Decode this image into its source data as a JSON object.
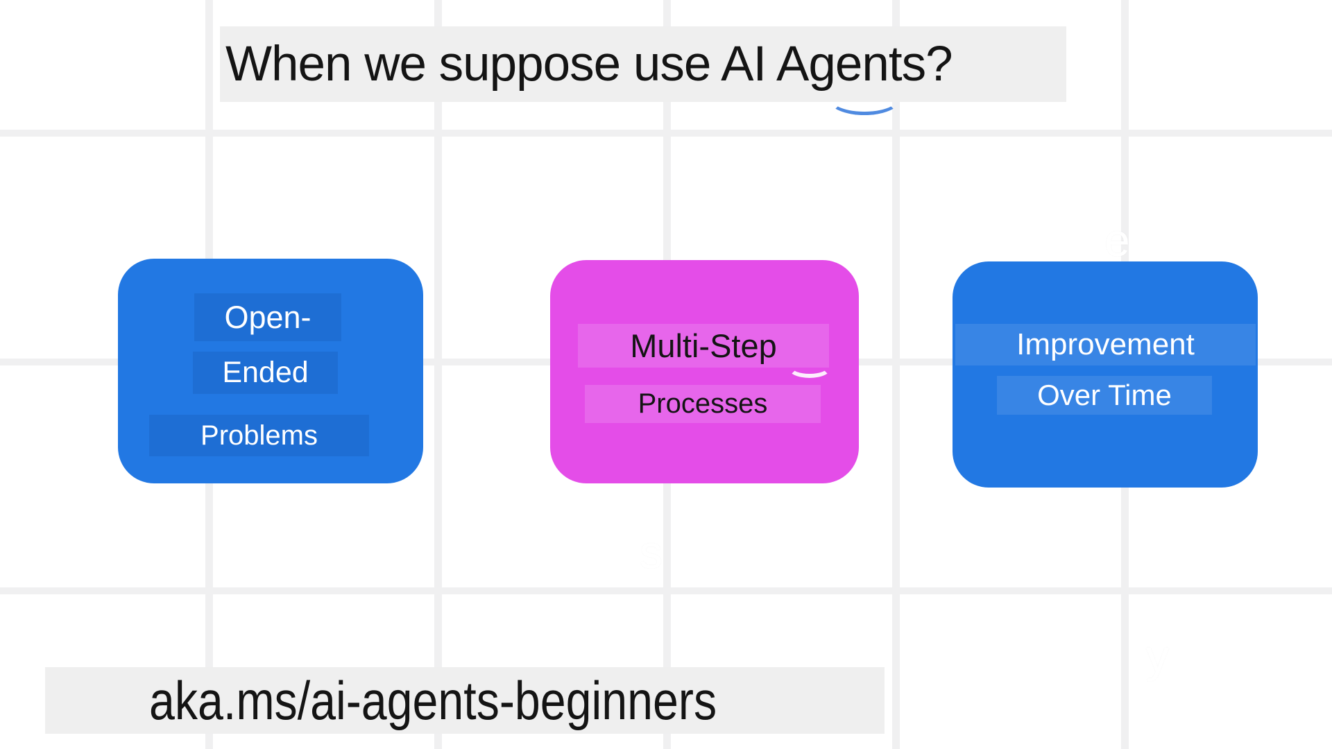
{
  "title": {
    "text": "When we suppose use AI Agents?"
  },
  "cards": [
    {
      "name": "open-ended-problems",
      "color": "#2278e3",
      "text_color": "#ffffff",
      "lines": [
        "Open-",
        "Ended",
        "Problems"
      ]
    },
    {
      "name": "multi-step-processes",
      "color": "#e44de8",
      "text_color": "#141414",
      "lines": [
        "Multi-Step",
        "Processes"
      ]
    },
    {
      "name": "improvement-over-time",
      "color": "#2278e3",
      "text_color": "#ffffff",
      "lines": [
        "Improvement",
        "Over Time"
      ]
    }
  ],
  "footer": {
    "text": "aka.ms/ai-agents-beginners"
  },
  "ghost_glyphs": [
    "e",
    "s",
    "y"
  ],
  "colors": {
    "background": "#ffffff",
    "grid_line": "#f0f0f1",
    "banner_background": "#efefef",
    "pen_stroke_blue": "#3c7edd",
    "card_blue": "#2278e3",
    "card_magenta": "#e44de8"
  }
}
